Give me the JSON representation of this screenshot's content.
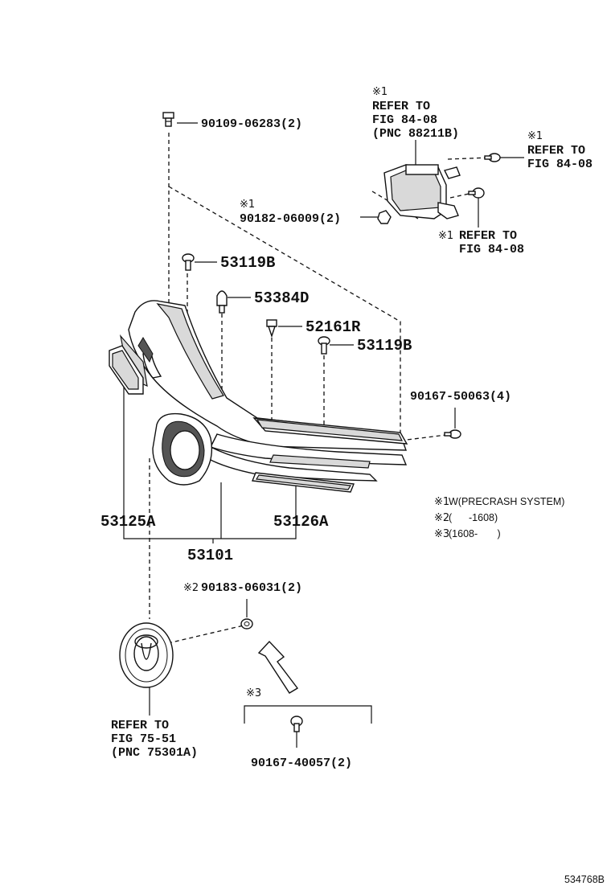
{
  "parts": {
    "p90109": "90109-06283(2)",
    "p90182": "90182-06009(2)",
    "p53119b_top": "53119B",
    "p53384d": "53384D",
    "p52161r": "52161R",
    "p53119b_mid": "53119B",
    "p90167_50063": "90167-50063(4)",
    "p53125a": "53125A",
    "p53126a": "53126A",
    "p53101": "53101",
    "p90183": "90183-06031(2)",
    "p90167_40057": "90167-40057(2)"
  },
  "marks": {
    "m1": "※1",
    "m2": "※2",
    "m3": "※3"
  },
  "refs": {
    "sensor_line1": "REFER TO",
    "sensor_line2": "FIG 84-08",
    "sensor_line3": "(PNC 88211B)",
    "bolt_line1": "REFER TO",
    "bolt_line2": "FIG 84-08",
    "lower_line1": "REFER TO",
    "lower_line2": "FIG 84-08",
    "emblem_line1": "REFER TO",
    "emblem_line2": "FIG 75-51",
    "emblem_line3": "(PNC 75301A)"
  },
  "legend": {
    "l1_mark": "※1",
    "l1_text": "W(PRECRASH SYSTEM)",
    "l2_mark": "※2",
    "l2_text": "(      -1608)",
    "l3_mark": "※3",
    "l3_text": "(1608-       )"
  },
  "diagram_id": "534768B"
}
